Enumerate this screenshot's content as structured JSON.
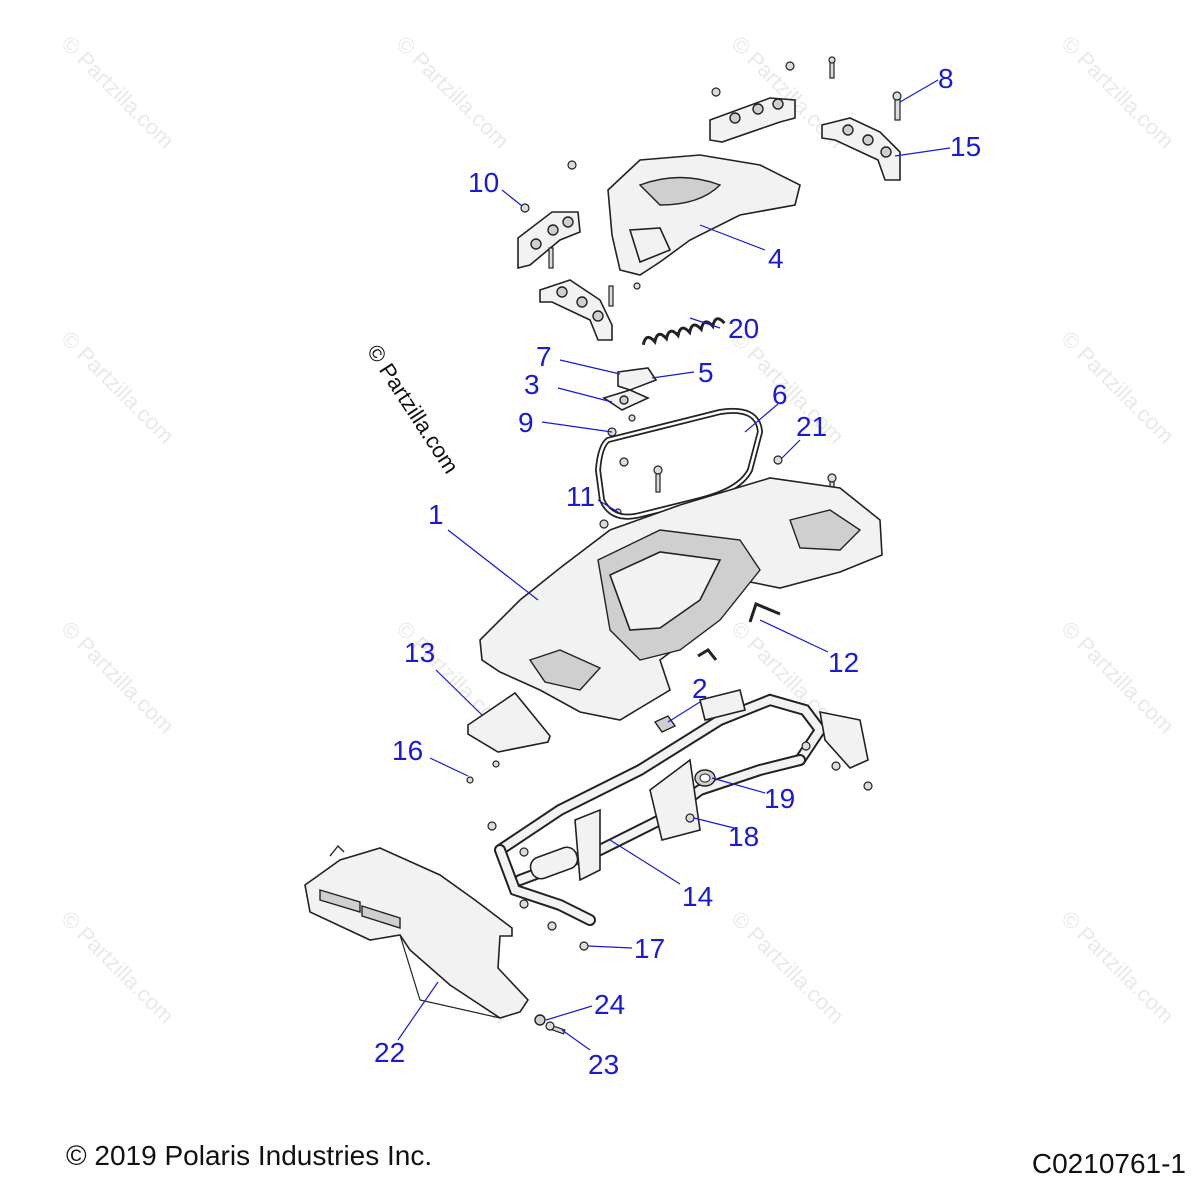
{
  "copyright": "© 2019 Polaris Industries Inc.",
  "figure_code": "C0210761-1",
  "watermark_main": "© Partzilla.com",
  "watermark_tile": "© Partzilla.com",
  "callouts": [
    {
      "id": "c1",
      "label": "1"
    },
    {
      "id": "c2",
      "label": "2"
    },
    {
      "id": "c3",
      "label": "3"
    },
    {
      "id": "c4",
      "label": "4"
    },
    {
      "id": "c5",
      "label": "5"
    },
    {
      "id": "c6",
      "label": "6"
    },
    {
      "id": "c7",
      "label": "7"
    },
    {
      "id": "c8",
      "label": "8"
    },
    {
      "id": "c9",
      "label": "9"
    },
    {
      "id": "c10",
      "label": "10"
    },
    {
      "id": "c11",
      "label": "11"
    },
    {
      "id": "c12",
      "label": "12"
    },
    {
      "id": "c13",
      "label": "13"
    },
    {
      "id": "c14",
      "label": "14"
    },
    {
      "id": "c15",
      "label": "15"
    },
    {
      "id": "c16",
      "label": "16"
    },
    {
      "id": "c17",
      "label": "17"
    },
    {
      "id": "c18",
      "label": "18"
    },
    {
      "id": "c19",
      "label": "19"
    },
    {
      "id": "c20",
      "label": "20"
    },
    {
      "id": "c21",
      "label": "21"
    },
    {
      "id": "c22",
      "label": "22"
    },
    {
      "id": "c23",
      "label": "23"
    },
    {
      "id": "c24",
      "label": "24"
    }
  ],
  "colors": {
    "callout": "#1a1ad6",
    "line": "#222222",
    "watermark": "#e9e9e9"
  }
}
